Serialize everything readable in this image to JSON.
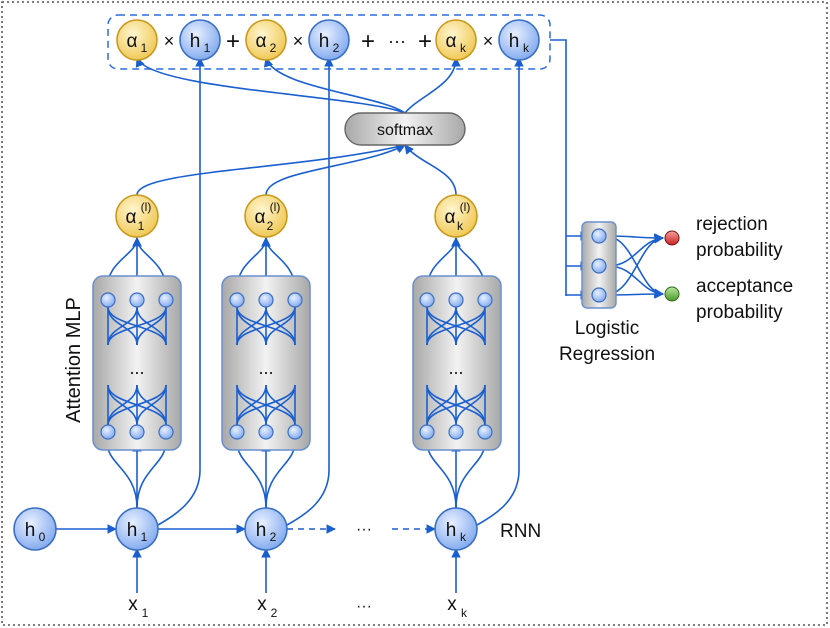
{
  "top_formula": {
    "alpha_1": "α",
    "alpha_1_sub": "1",
    "h_1": "h",
    "h_1_sub": "1",
    "alpha_2": "α",
    "alpha_2_sub": "2",
    "h_2": "h",
    "h_2_sub": "2",
    "alpha_k": "α",
    "alpha_k_sub": "k",
    "h_k": "h",
    "h_k_sub": "k",
    "times": "×",
    "plus": "+",
    "ellipsis": "···"
  },
  "softmax": "softmax",
  "attention_nodes": [
    {
      "sym": "α",
      "sup": "(l)",
      "sub": "1"
    },
    {
      "sym": "α",
      "sup": "(l)",
      "sub": "2"
    },
    {
      "sym": "α",
      "sup": "(l)",
      "sub": "k"
    }
  ],
  "mlp_label": "Attention MLP",
  "mlp_ellipsis": "...",
  "rnn_nodes": [
    {
      "sym": "h",
      "sub": "0"
    },
    {
      "sym": "h",
      "sub": "1"
    },
    {
      "sym": "h",
      "sub": "2"
    },
    {
      "sym": "h",
      "sub": "k"
    }
  ],
  "rnn_ellipsis": "···",
  "rnn_label": "RNN",
  "inputs": [
    {
      "sym": "x",
      "sub": "1"
    },
    {
      "sym": "x",
      "sub": "2"
    },
    {
      "sym": "x",
      "sub": "k"
    }
  ],
  "input_ellipsis": "···",
  "logistic_label_line1": "Logistic",
  "logistic_label_line2": "Regression",
  "outputs": {
    "rejection_line1": "rejection",
    "rejection_line2": "probability",
    "acceptance_line1": "acceptance",
    "acceptance_line2": "probability",
    "rejection_color": "#cc1f1f",
    "acceptance_color": "#5aa83a"
  },
  "colors": {
    "wire": "#1a5fd0",
    "blue_node": "#9ec0f5",
    "gold_node": "#f4d77a"
  }
}
